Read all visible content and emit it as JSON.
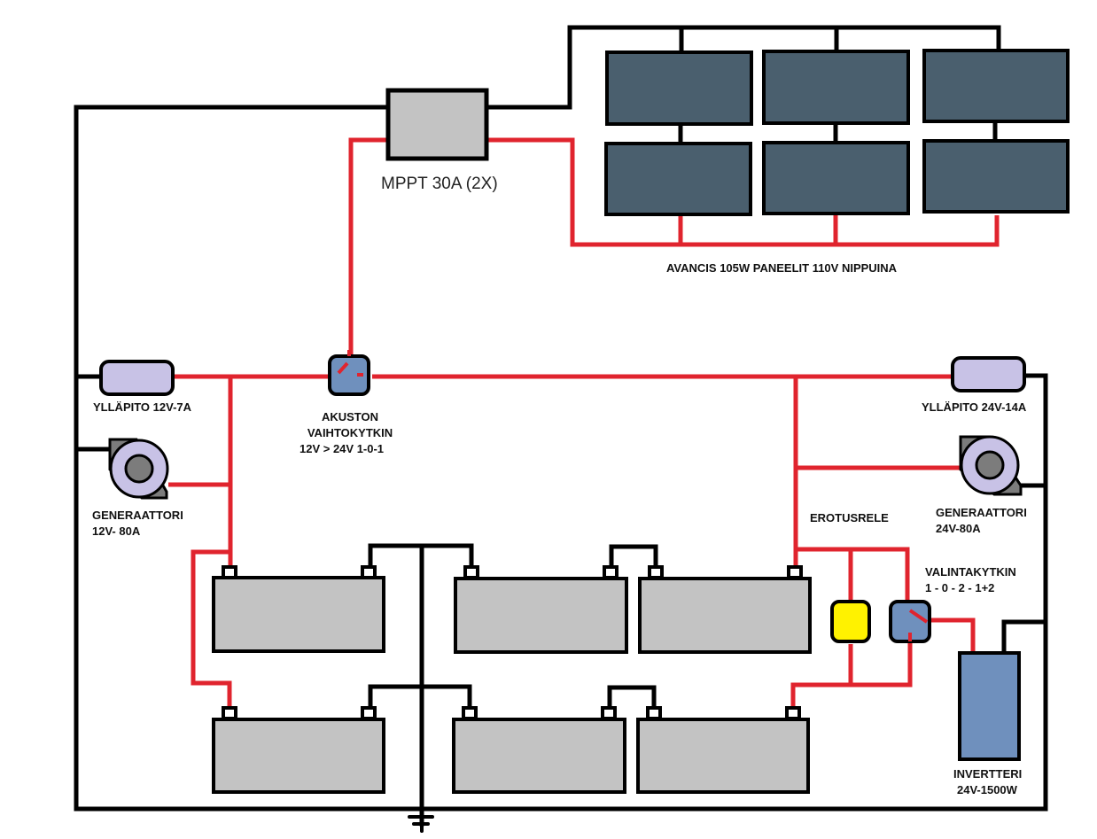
{
  "diagram": {
    "title": "Solar / battery wiring diagram",
    "colors": {
      "positive_wire": "#e0242e",
      "negative_wire": "#000000",
      "solar_panel": "#4a5f6e",
      "battery": "#c3c3c3",
      "mppt": "#c3c3c3",
      "charger": "#c8c2e6",
      "alternator_ring": "#c8c2e6",
      "alternator_hub": "#7c7c7c",
      "switch": "#6f90bd",
      "relay": "#fff200",
      "inverter": "#6f90bd"
    },
    "labels": {
      "mppt": "MPPT 30A (2X)",
      "panels": "AVANCIS 105W PANEELIT 110V NIPPUINA",
      "charger_12v": "YLLÄPITO 12V-7A",
      "charger_24v": "YLLÄPITO 24V-14A",
      "bank_switch_line1": "AKUSTON",
      "bank_switch_line2": "VAIHTOKYTKIN",
      "bank_switch_line3": "12V > 24V  1-0-1",
      "alternator_12v_line1": "GENERAATTORI",
      "alternator_12v_line2": "12V- 80A",
      "alternator_24v_line1": "GENERAATTORI",
      "alternator_24v_line2": "24V-80A",
      "relay": "EROTUSRELE",
      "selector_line1": "VALINTAKYTKIN",
      "selector_line2": "1 - 0 - 2 - 1+2",
      "inverter_line1": "INVERTTERI",
      "inverter_line2": "24V-1500W"
    },
    "components": {
      "solar_panels": 6,
      "batteries": 6,
      "ground_symbol": "ground-icon"
    }
  }
}
